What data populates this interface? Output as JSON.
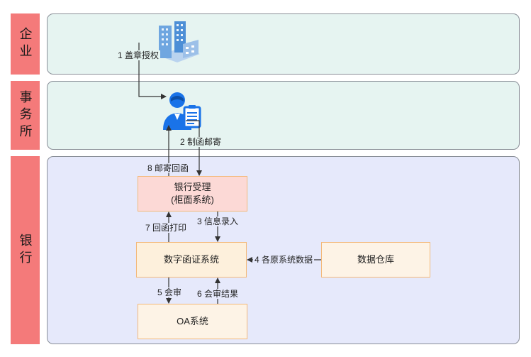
{
  "lanes": {
    "enterprise": "企业",
    "firm": "事务所",
    "bank": "银行"
  },
  "icons": {
    "building": "building-icon",
    "person": "auditor-person-icon"
  },
  "nodes": {
    "bank_accept_line1": "银行受理",
    "bank_accept_line2": "(柜面系统)",
    "digital_system": "数字函证系统",
    "data_warehouse": "数据仓库",
    "oa_system": "OA系统"
  },
  "edges": {
    "e1": "1 盖章授权",
    "e2": "2 制函邮寄",
    "e3": "3 信息录入",
    "e4": "4 各原系统数据",
    "e5": "5 会审",
    "e6": "6 会审结果",
    "e7": "7 回函打印",
    "e8": "8 邮寄回函"
  },
  "colors": {
    "lane_label_bg": "#f47a7a",
    "lane_top_bg": "#e6f4f1",
    "lane_bank_bg": "#e6e9fb",
    "node_pink_bg": "#fcd9d6",
    "node_orange_bg": "#fdf0dc",
    "node_light_bg": "#fdf3e6",
    "node_border": "#f3b97a",
    "icon_blue": "#1a73e8"
  }
}
